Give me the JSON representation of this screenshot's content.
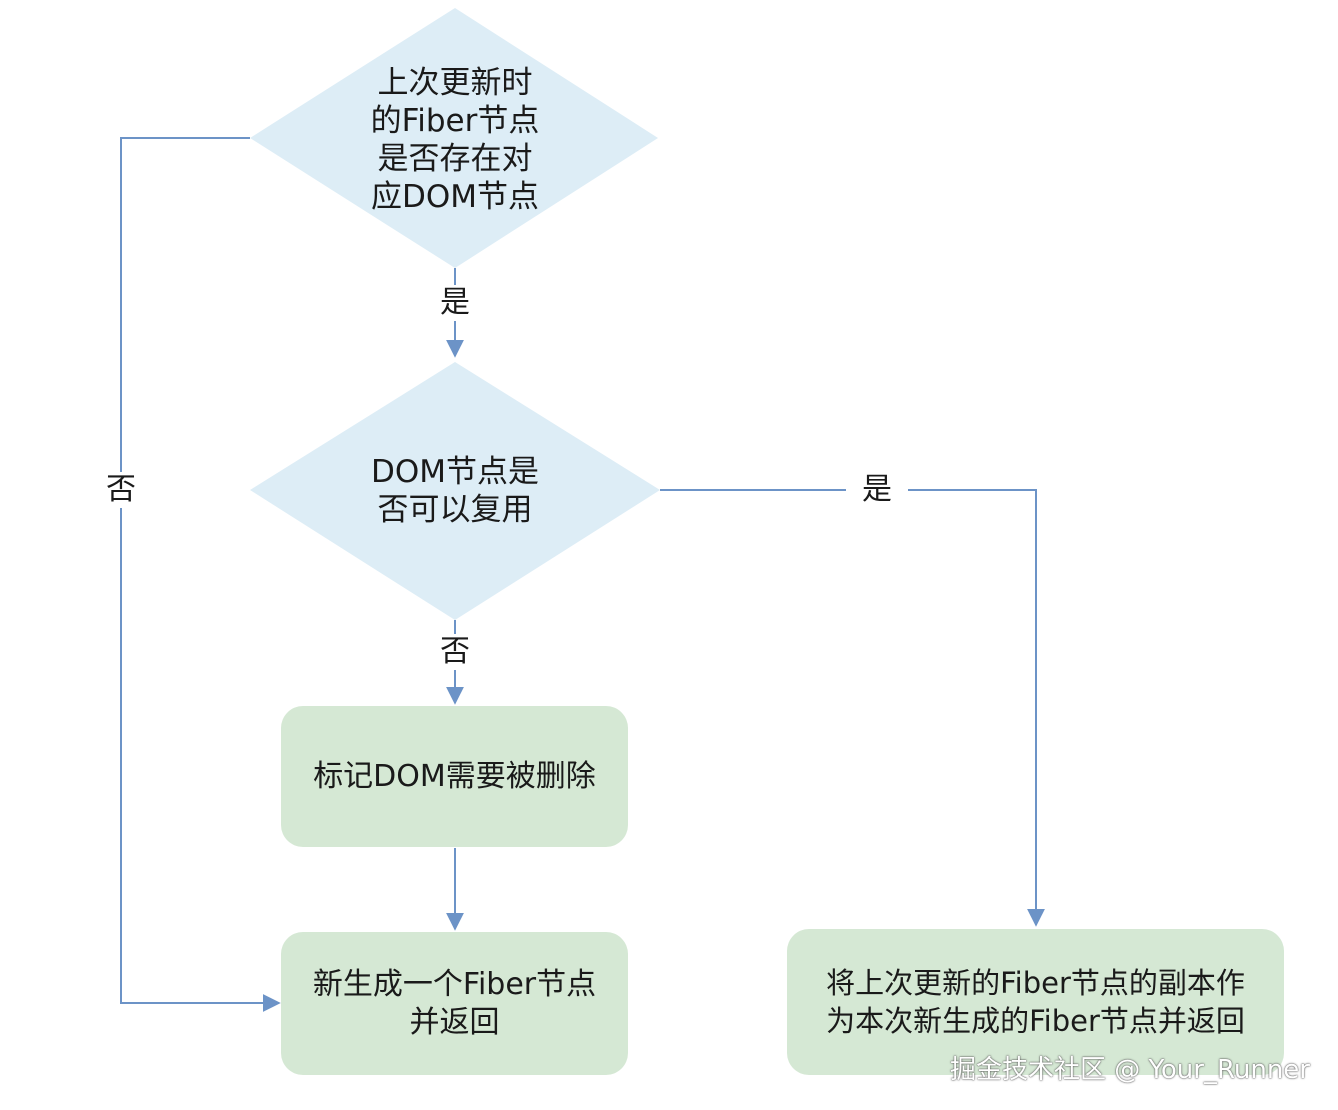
{
  "diagram": {
    "decisions": {
      "dom_exists": {
        "lines": [
          "上次更新时",
          "的Fiber节点",
          "是否存在对",
          "应DOM节点"
        ]
      },
      "dom_reusable": {
        "lines": [
          "DOM节点是",
          "否可以复用"
        ]
      }
    },
    "processes": {
      "mark_delete": {
        "lines": [
          "标记DOM需要被删除"
        ]
      },
      "new_fiber": {
        "lines": [
          "新生成一个Fiber节点",
          "并返回"
        ]
      },
      "reuse_fiber": {
        "lines": [
          "将上次更新的Fiber节点的副本作",
          "为本次新生成的Fiber节点并返回"
        ]
      }
    },
    "edge_labels": {
      "exists_yes": "是",
      "exists_no": "否",
      "reusable_yes": "是",
      "reusable_no": "否"
    },
    "colors": {
      "decision_fill": "#ddedf6",
      "process_fill": "#d5e8d4",
      "connector": "#6c93c7"
    }
  },
  "watermark": "掘金技术社区 @ Your_Runner"
}
